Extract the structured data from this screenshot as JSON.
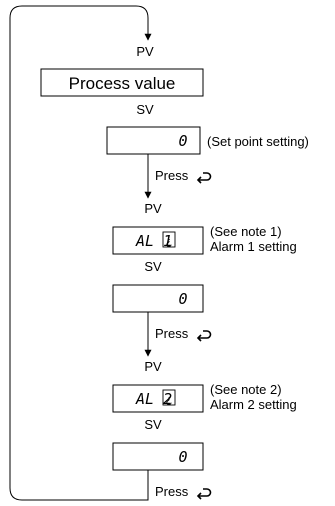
{
  "labels": {
    "pv": "PV",
    "sv": "SV",
    "press": "Press"
  },
  "icons": {
    "enter_key": "mode-key-icon"
  },
  "step1": {
    "pv_display": "Process value",
    "sv_display": "0",
    "sv_note": "(Set point setting)"
  },
  "step2": {
    "pv_display": "AL  1",
    "note_line1": "(See note 1)",
    "note_line2": "Alarm 1 setting",
    "sv_display": "0"
  },
  "step3": {
    "pv_display": "AL  2",
    "note_line1": "(See note 2)",
    "note_line2": "Alarm 2 setting",
    "sv_display": "0"
  }
}
